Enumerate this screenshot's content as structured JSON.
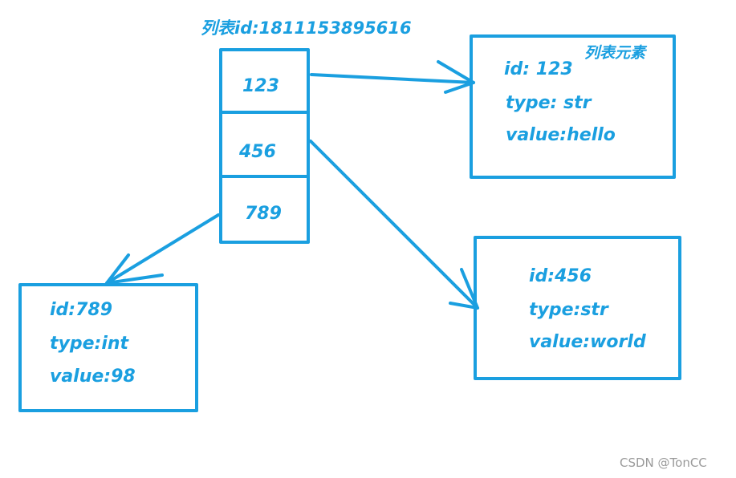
{
  "accent": "#1a9fe0",
  "list": {
    "title": "列表id:1811153895616",
    "cells": [
      "123",
      "456",
      "789"
    ]
  },
  "element_note": "列表元素",
  "elements": [
    {
      "id": "id: 123",
      "type": "type: str",
      "value": "value:hello"
    },
    {
      "id": "id:456",
      "type": "type:str",
      "value": "value:world"
    },
    {
      "id": "id:789",
      "type": "type:int",
      "value": "value:98"
    }
  ],
  "watermark": "CSDN @TonCC"
}
